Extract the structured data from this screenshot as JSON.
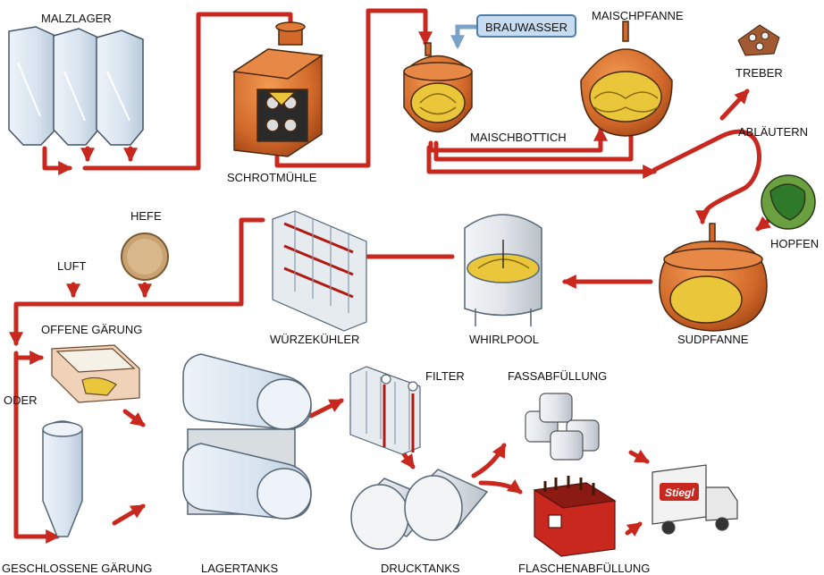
{
  "diagram": {
    "labels": {
      "malzlager": "MALZLAGER",
      "schrotmuehle": "SCHROTMÜHLE",
      "brauwasser": "BRAUWASSER",
      "maischbottich": "MAISCHBOTTICH",
      "maischpfanne": "MAISCHPFANNE",
      "treber": "TREBER",
      "ablaeutern": "ABLÄUTERN",
      "hopfen": "HOPFEN",
      "sudpfanne": "SUDPFANNE",
      "whirlpool": "WHIRLPOOL",
      "wuerzekuehler": "WÜRZEKÜHLER",
      "hefe": "HEFE",
      "luft": "LUFT",
      "offene_gaerung": "OFFENE GÄRUNG",
      "oder": "ODER",
      "geschlossene_gaerung": "GESCHLOSSENE GÄRUNG",
      "lagertanks": "LAGERTANKS",
      "filter": "FILTER",
      "drucktanks": "DRUCKTANKS",
      "fassabfuellung": "FASSABFÜLLUNG",
      "flaschenabfuellung": "FLASCHENABFÜLLUNG",
      "truck_logo": "Stiegl"
    },
    "colors": {
      "pipe": "#c8281e",
      "copper": "#d2692a",
      "silo": "#dde8f3",
      "steel": "#e2e6ea",
      "wort": "#e9c63a",
      "outline": "#333333",
      "water_box": "#c7dcf0"
    }
  }
}
